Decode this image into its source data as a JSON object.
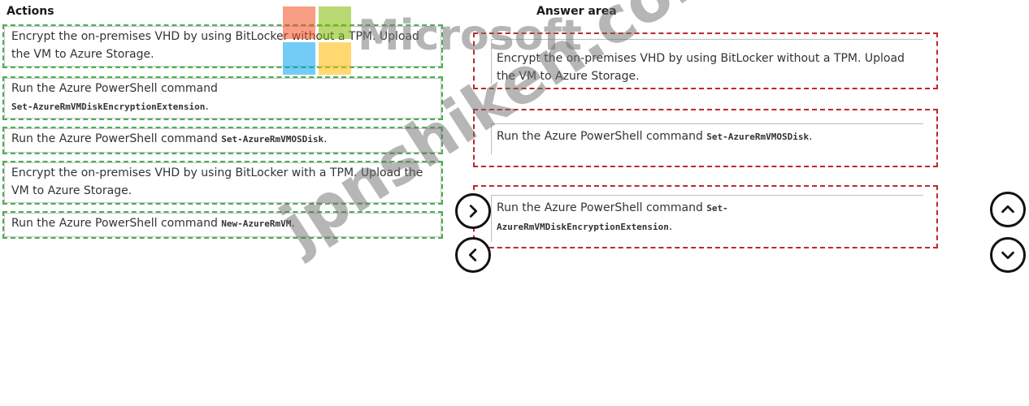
{
  "headings": {
    "actions": "Actions",
    "answer_area": "Answer area"
  },
  "actions": [
    {
      "text": "Encrypt the on-premises VHD by using BitLocker without a TPM. Upload the VM to Azure Storage.",
      "command": ""
    },
    {
      "text": "Run the Azure PowerShell command ",
      "command": "Set-AzureRmVMDiskEncryptionExtension",
      "suffix": "."
    },
    {
      "text": "Run the Azure PowerShell command ",
      "command": "Set-AzureRmVMOSDisk",
      "suffix": "."
    },
    {
      "text": "Encrypt the on-premises VHD by using BitLocker with a TPM. Upload the VM to Azure Storage.",
      "command": ""
    },
    {
      "text": "Run the Azure PowerShell command ",
      "command": "New-AzureRmVM",
      "suffix": "."
    }
  ],
  "answers": [
    {
      "text": "Encrypt the on-premises VHD by using BitLocker without a TPM. Upload the VM to Azure Storage."
    },
    {
      "text": "Run the Azure PowerShell command ",
      "command": "Set-AzureRmVMOSDisk",
      "suffix": "."
    },
    {
      "text": "Run the Azure PowerShell command ",
      "command_part1": "Set-",
      "command_part2": "AzureRmVMDiskEncryptionExtension",
      "suffix": "."
    }
  ],
  "controls": {
    "move_right": "move-right",
    "move_left": "move-left",
    "move_up": "move-up",
    "move_down": "move-down"
  },
  "watermark": {
    "brand": "Microsoft",
    "site": "jpnshiken.com",
    "logo_colors": [
      "#f25022",
      "#7fba00",
      "#00a4ef",
      "#ffb900"
    ]
  }
}
